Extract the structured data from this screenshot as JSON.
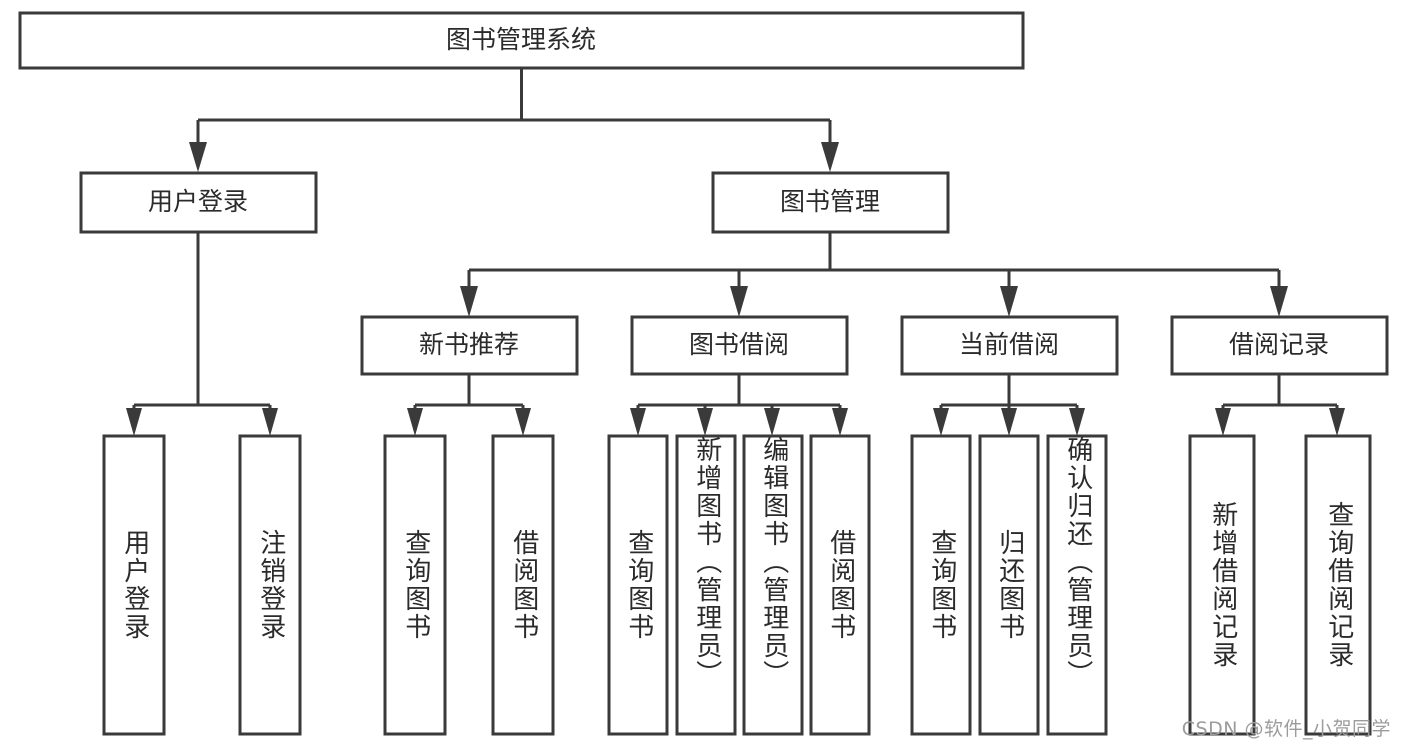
{
  "diagram": {
    "type": "tree-hierarchy",
    "orientation": "top-down",
    "root": {
      "id": "root",
      "label": "图书管理系统"
    },
    "level2": [
      {
        "id": "user-login",
        "label": "用户登录"
      },
      {
        "id": "book-manage",
        "label": "图书管理"
      }
    ],
    "level3": [
      {
        "id": "new-book-recommend",
        "label": "新书推荐",
        "parent": "book-manage"
      },
      {
        "id": "book-borrow",
        "label": "图书借阅",
        "parent": "book-manage"
      },
      {
        "id": "current-borrow",
        "label": "当前借阅",
        "parent": "book-manage"
      },
      {
        "id": "borrow-record",
        "label": "借阅记录",
        "parent": "book-manage"
      }
    ],
    "leaves": [
      {
        "id": "leaf-user-login",
        "label": "用户登录",
        "parent": "user-login"
      },
      {
        "id": "leaf-logout-login",
        "label": "注销登录",
        "parent": "user-login"
      },
      {
        "id": "leaf-query-book-1",
        "label": "查询图书",
        "parent": "new-book-recommend"
      },
      {
        "id": "leaf-borrow-book-1",
        "label": "借阅图书",
        "parent": "new-book-recommend"
      },
      {
        "id": "leaf-query-book-2",
        "label": "查询图书",
        "parent": "book-borrow"
      },
      {
        "id": "leaf-add-book",
        "label": "新增图书（管理员）",
        "parent": "book-borrow"
      },
      {
        "id": "leaf-edit-book",
        "label": "编辑图书（管理员）",
        "parent": "book-borrow"
      },
      {
        "id": "leaf-borrow-book-2",
        "label": "借阅图书",
        "parent": "book-borrow"
      },
      {
        "id": "leaf-query-book-3",
        "label": "查询图书",
        "parent": "current-borrow"
      },
      {
        "id": "leaf-return-book",
        "label": "归还图书",
        "parent": "current-borrow"
      },
      {
        "id": "leaf-confirm-return",
        "label": "确认归还（管理员）",
        "parent": "current-borrow"
      },
      {
        "id": "leaf-add-record",
        "label": "新增借阅记录",
        "parent": "borrow-record"
      },
      {
        "id": "leaf-query-record",
        "label": "查询借阅记录",
        "parent": "borrow-record"
      }
    ],
    "colors": {
      "box_stroke": "#3a3a3a",
      "box_fill": "#ffffff",
      "connector": "#3a3a3a",
      "text": "#2b2b2b",
      "watermark": "#9c9c9c",
      "background": "#ffffff"
    }
  },
  "watermark": {
    "text": "CSDN @软件_小贺同学"
  }
}
